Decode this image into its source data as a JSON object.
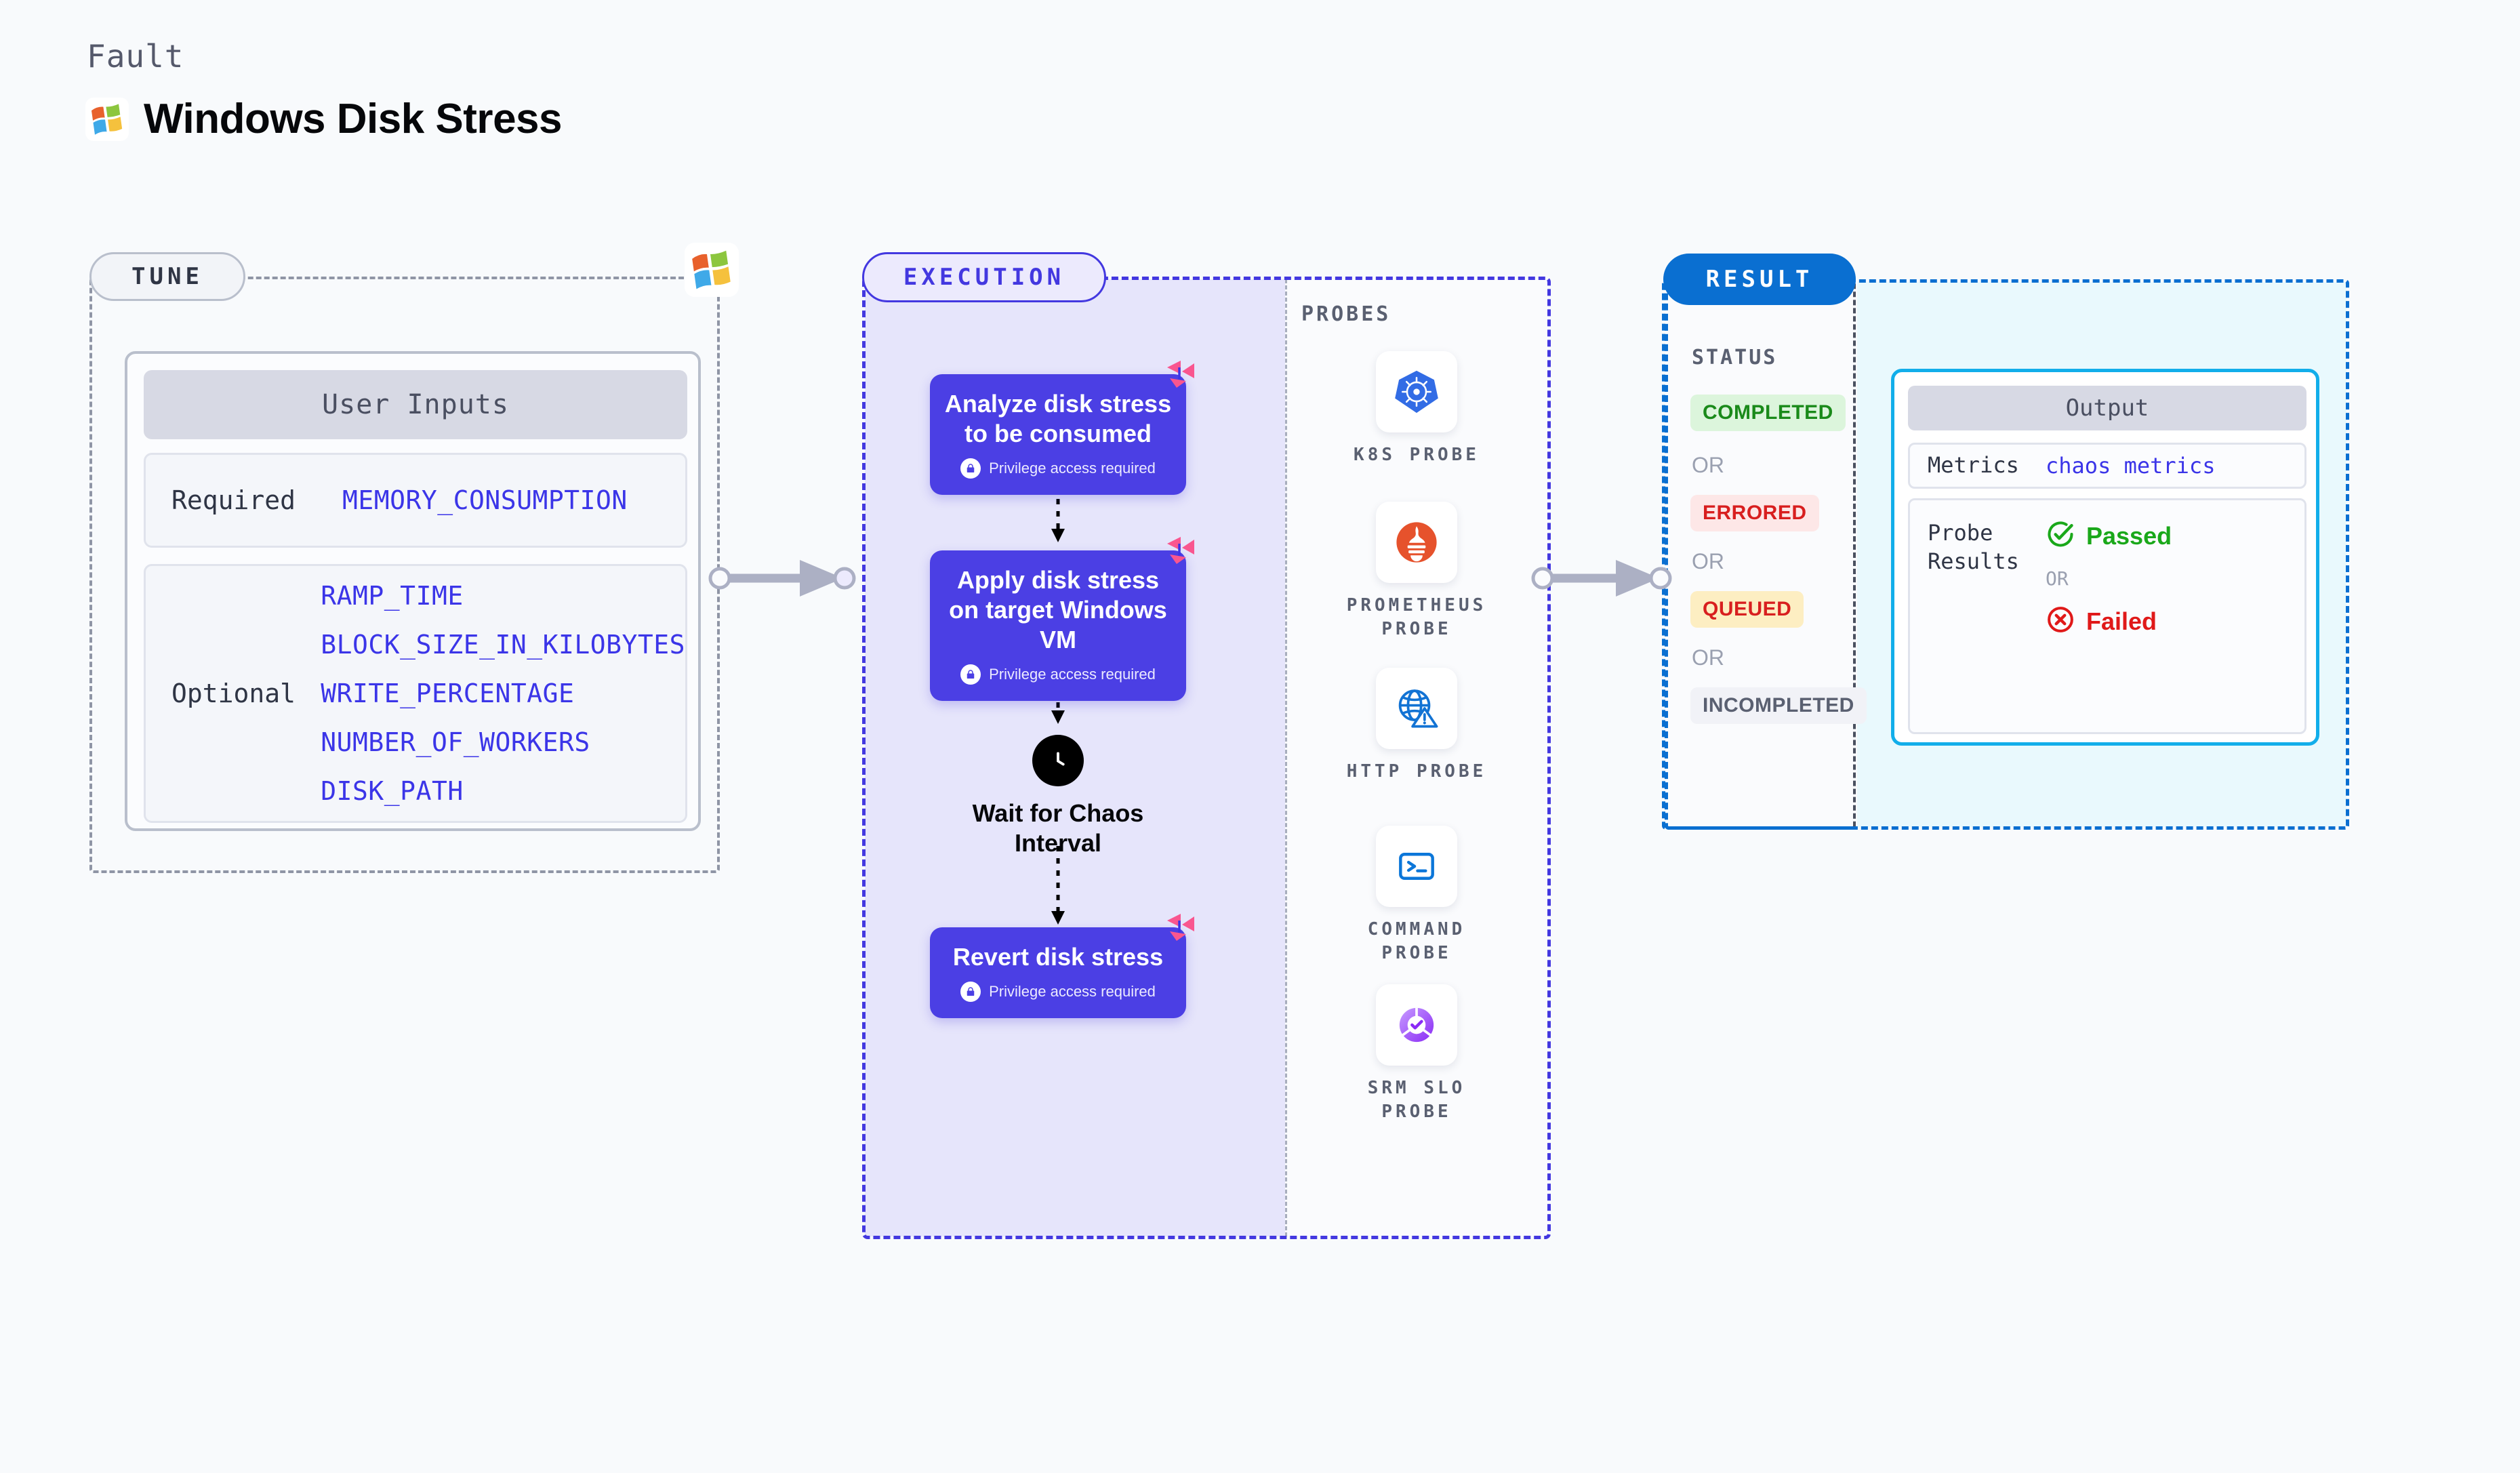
{
  "header": {
    "kicker": "Fault",
    "title": "Windows Disk Stress",
    "logo_icon": "windows-logo-icon"
  },
  "tune": {
    "pill_label": "TUNE",
    "card_title": "User Inputs",
    "corner_icon": "windows-logo-icon",
    "groups": [
      {
        "label": "Required",
        "values": [
          "MEMORY_CONSUMPTION"
        ]
      },
      {
        "label": "Optional",
        "values": [
          "RAMP_TIME",
          "BLOCK_SIZE_IN_KILOBYTES",
          "WRITE_PERCENTAGE",
          "NUMBER_OF_WORKERS",
          "DISK_PATH"
        ]
      }
    ]
  },
  "execution": {
    "pill_label": "EXECUTION",
    "privilege_note": "Privilege access required",
    "steps": [
      {
        "title": "Analyze disk stress to be consumed",
        "note": "Privilege access required",
        "badge_icon": "litmus-chaos-icon",
        "lock_icon": "lock-icon"
      },
      {
        "title": "Apply disk stress on target Windows VM",
        "note": "Privilege access required",
        "badge_icon": "litmus-chaos-icon",
        "lock_icon": "lock-icon"
      },
      {
        "title": "Revert disk stress",
        "note": "Privilege access required",
        "badge_icon": "litmus-chaos-icon",
        "lock_icon": "lock-icon"
      }
    ],
    "wait": {
      "label": "Wait for Chaos Interval",
      "icon": "clock-icon"
    },
    "probes_label": "PROBES",
    "probes": [
      {
        "name": "K8S PROBE",
        "icon": "kubernetes-icon",
        "color": "#326ce5"
      },
      {
        "name": "PROMETHEUS PROBE",
        "icon": "prometheus-icon",
        "color": "#e6522c"
      },
      {
        "name": "HTTP PROBE",
        "icon": "http-globe-alert-icon",
        "color": "#1273d4"
      },
      {
        "name": "COMMAND PROBE",
        "icon": "terminal-icon",
        "color": "#0b76d9"
      },
      {
        "name": "SRM SLO PROBE",
        "icon": "srm-slo-icon",
        "color": "#9b51f0"
      }
    ]
  },
  "result": {
    "pill_label": "RESULT",
    "status_label": "STATUS",
    "or_label": "OR",
    "statuses": [
      {
        "label": "COMPLETED",
        "bg": "#dcf5dc",
        "fg": "#1a8a1a"
      },
      {
        "label": "ERRORED",
        "bg": "#fde7e7",
        "fg": "#d81f1f"
      },
      {
        "label": "QUEUED",
        "bg": "#fdeec2",
        "fg": "#d81f1f"
      },
      {
        "label": "INCOMPLETED",
        "bg": "#f1f2f7",
        "fg": "#5a6071"
      }
    ],
    "output": {
      "title": "Output",
      "metrics_key": "Metrics",
      "metrics_value": "chaos metrics",
      "probe_key": "Probe Results",
      "passed_label": "Passed",
      "passed_icon": "check-circle-icon",
      "passed_color": "#1aa81a",
      "or_label": "OR",
      "failed_label": "Failed",
      "failed_icon": "x-circle-icon",
      "failed_color": "#e01919"
    }
  },
  "connectors": {
    "arrow_icon": "arrow-right-icon",
    "endpoint_icon": "endpoint-dot-icon"
  },
  "colors": {
    "accent_purple": "#4b3fe4",
    "accent_blue": "#0a6fd1",
    "accent_cyan": "#12aeea",
    "pink": "#f9568f",
    "mono_blue": "#3b35e8"
  }
}
